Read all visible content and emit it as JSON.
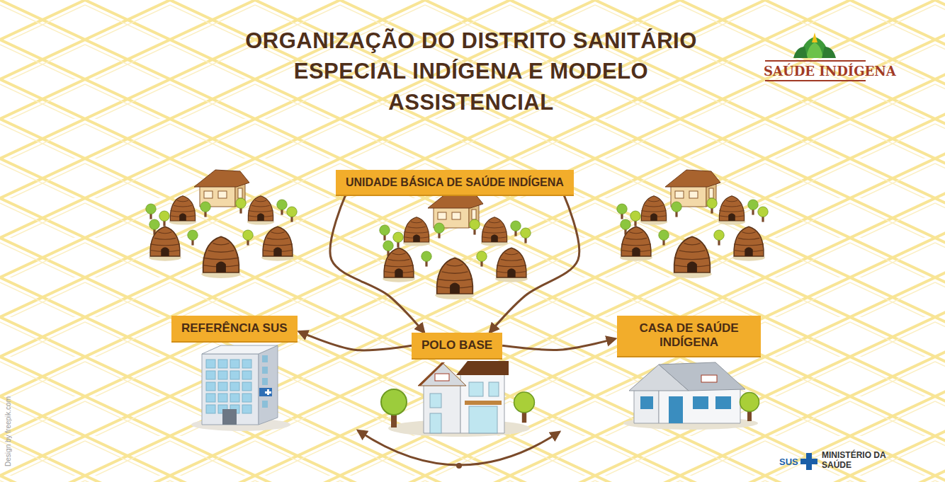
{
  "diagram": {
    "title": "ORGANIZAÇÃO DO DISTRITO SANITÁRIO ESPECIAL INDÍGENA E MODELO ASSISTENCIAL",
    "nodes": [
      {
        "text": [
          "UNIDADE BÁSICA DE SAÚDE INDÍGENA"
        ]
      },
      {
        "text": [
          "REFERÊNCIA SUS"
        ]
      },
      {
        "text": [
          "POLO BASE"
        ]
      },
      {
        "text": [
          "CASA DE SAÚDE INDÍGENA"
        ]
      }
    ],
    "edges": [
      {
        "from": 0,
        "to": 2,
        "arrow": "to"
      },
      {
        "from": 0,
        "to": 2,
        "arrow": "to"
      },
      {
        "from": 2,
        "to": 1,
        "arrow": "to"
      },
      {
        "from": 2,
        "to": 3,
        "arrow": "to"
      }
    ],
    "labels": [
      "SAÚDE INDÍGENA",
      "SUS",
      "MINISTÉRIO DA SAÚDE",
      "Design by freepik.com"
    ]
  }
}
